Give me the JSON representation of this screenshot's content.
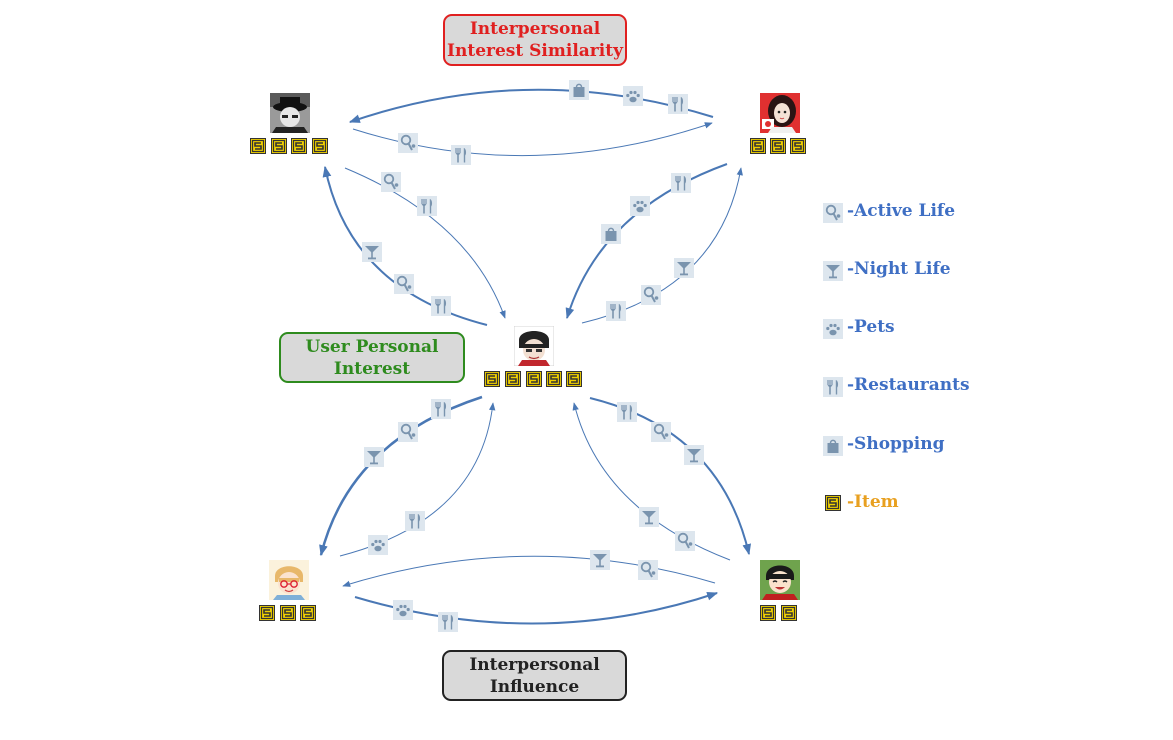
{
  "boxes": {
    "similarity": {
      "line1": "Interpersonal",
      "line2": "Interest Similarity"
    },
    "personal": {
      "line1": "User Personal",
      "line2": "Interest"
    },
    "influence": {
      "line1": "Interpersonal",
      "line2": "Influence"
    }
  },
  "legend": [
    {
      "icon": "active-life-icon",
      "label": "-Active Life",
      "color": "#3f6fc4"
    },
    {
      "icon": "night-life-icon",
      "label": "-Night Life",
      "color": "#3f6fc4"
    },
    {
      "icon": "pets-icon",
      "label": "-Pets",
      "color": "#3f6fc4"
    },
    {
      "icon": "restaurants-icon",
      "label": "-Restaurants",
      "color": "#3f6fc4"
    },
    {
      "icon": "shopping-icon",
      "label": "-Shopping",
      "color": "#3f6fc4"
    },
    {
      "icon": "item-icon",
      "label": "-Item",
      "color": "#e8a020"
    }
  ],
  "users": [
    {
      "id": "center-user",
      "items": 5
    },
    {
      "id": "top-left-user",
      "items": 4
    },
    {
      "id": "top-right-user",
      "items": 3
    },
    {
      "id": "bottom-left-user",
      "items": 3
    },
    {
      "id": "bottom-right-user",
      "items": 2
    }
  ],
  "colors": {
    "arrow": "#4a78b5",
    "icon_bg": "#dde6ee",
    "icon_fg": "#7a94ae",
    "item_fill": "#f0d000"
  }
}
